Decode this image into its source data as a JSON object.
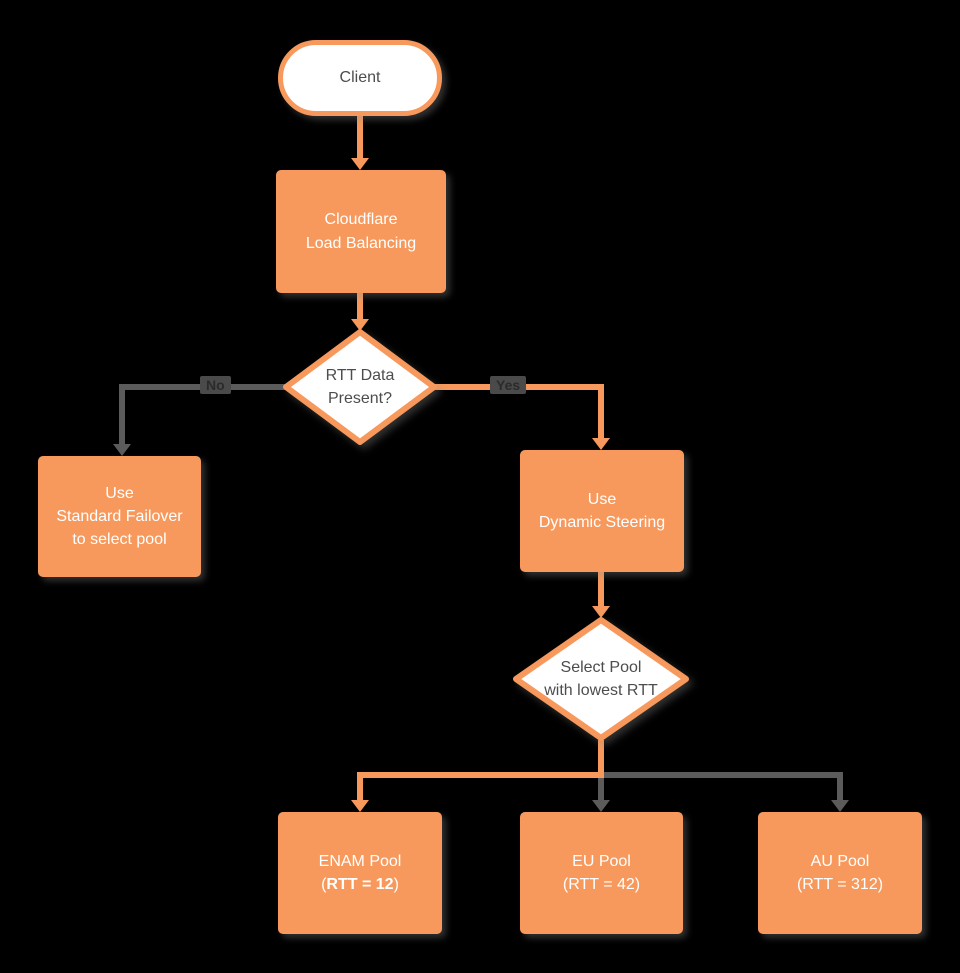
{
  "colors": {
    "orange": "#F7995C",
    "gray": "#5B5B5B",
    "shape-fill": "#FFFFFF",
    "background": "#000000",
    "text-dark": "#4D4D4D",
    "text-light": "#FFFFFF",
    "label-bg": "#4A4A4A",
    "label-text": "#2B2B2B"
  },
  "nodes": {
    "client": {
      "label": "Client"
    },
    "load_balancing": {
      "line1": "Cloudflare",
      "line2": "Load Balancing"
    },
    "rtt_decision": {
      "line1": "RTT Data",
      "line2": "Present?"
    },
    "standard_failover": {
      "line1": "Use",
      "line2": "Standard Failover",
      "line3": "to select pool"
    },
    "dynamic_steering": {
      "line1": "Use",
      "line2": "Dynamic Steering"
    },
    "select_pool": {
      "line1": "Select Pool",
      "line2": "with lowest RTT"
    },
    "enam_pool": {
      "line1": "ENAM Pool",
      "paren_open": "(",
      "rtt_bold": "RTT = 12",
      "paren_close": ")"
    },
    "eu_pool": {
      "line1": "EU Pool",
      "line2": "(RTT = 42)"
    },
    "au_pool": {
      "line1": "AU Pool",
      "line2": "(RTT = 312)"
    }
  },
  "edge_labels": {
    "no": "No",
    "yes": "Yes"
  }
}
